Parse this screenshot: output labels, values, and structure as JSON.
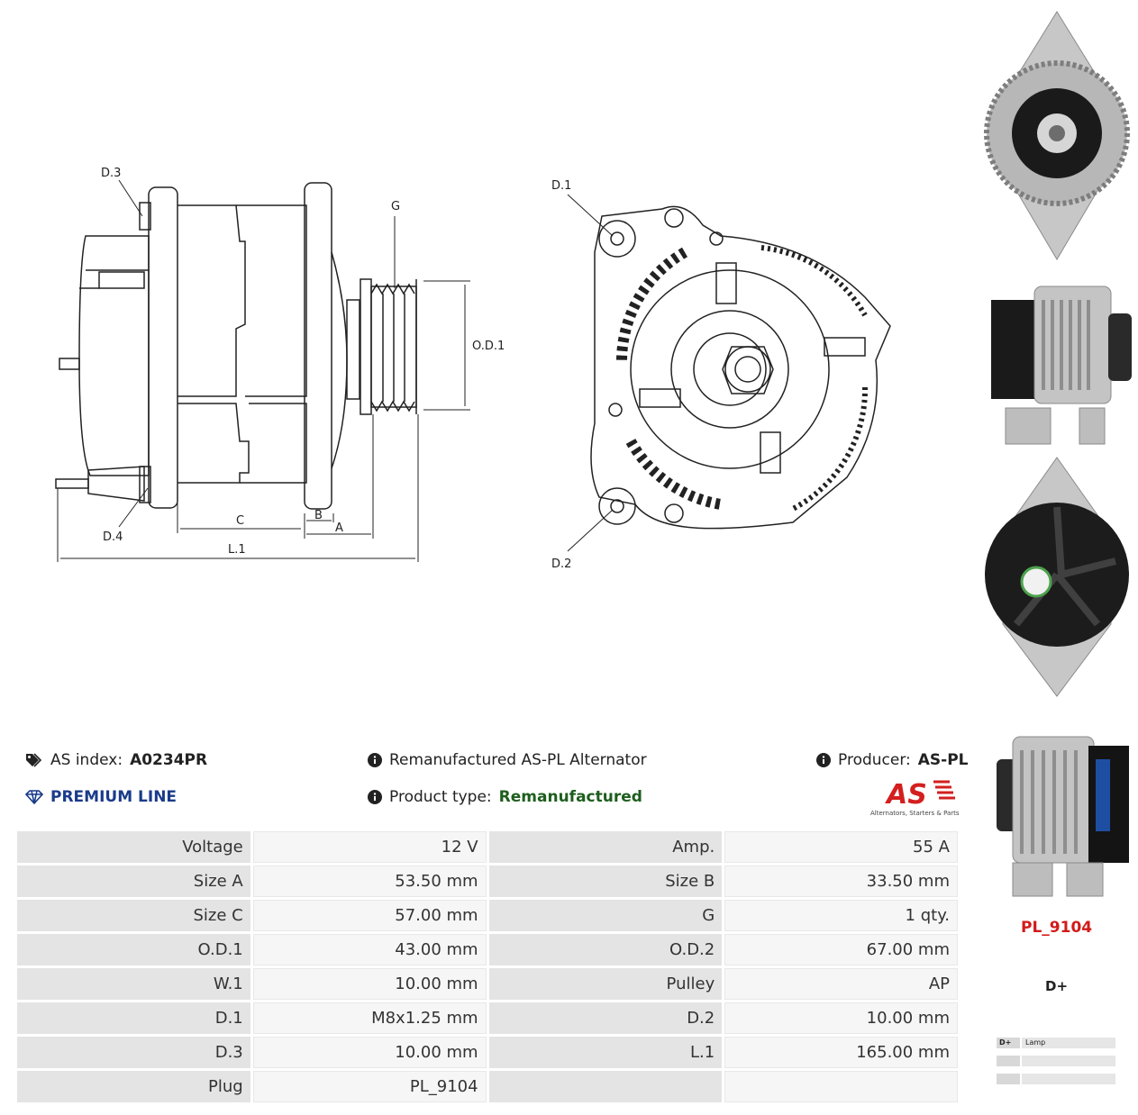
{
  "drawing": {
    "side_labels": {
      "d3": "D.3",
      "d4": "D.4",
      "g": "G",
      "od1": "O.D.1",
      "c": "C",
      "b": "B",
      "a": "A",
      "l1": "L.1"
    },
    "front_labels": {
      "d1": "D.1",
      "d2": "D.2"
    }
  },
  "header": {
    "as_index_label": "AS index:",
    "as_index_value": "A0234PR",
    "premium_line": "PREMIUM LINE",
    "description": "Remanufactured AS-PL Alternator",
    "product_type_label": "Product type:",
    "product_type_value": "Remanufactured",
    "producer_label": "Producer:",
    "producer_value": "AS-PL",
    "logo_text": "AS",
    "logo_tagline": "Alternators, Starters & Parts"
  },
  "specs": [
    {
      "k1": "Voltage",
      "v1": "12 V",
      "k2": "Amp.",
      "v2": "55 A"
    },
    {
      "k1": "Size A",
      "v1": "53.50 mm",
      "k2": "Size B",
      "v2": "33.50 mm"
    },
    {
      "k1": "Size C",
      "v1": "57.00 mm",
      "k2": "G",
      "v2": "1 qty."
    },
    {
      "k1": "O.D.1",
      "v1": "43.00 mm",
      "k2": "O.D.2",
      "v2": "67.00 mm"
    },
    {
      "k1": "W.1",
      "v1": "10.00 mm",
      "k2": "Pulley",
      "v2": "AP"
    },
    {
      "k1": "D.1",
      "v1": "M8x1.25 mm",
      "k2": "D.2",
      "v2": "10.00 mm"
    },
    {
      "k1": "D.3",
      "v1": "10.00 mm",
      "k2": "L.1",
      "v2": "165.00 mm"
    },
    {
      "k1": "Plug",
      "v1": "PL_9104",
      "k2": "",
      "v2": ""
    }
  ],
  "plug": {
    "code": "PL_9104",
    "terminal": "D+",
    "legend": [
      {
        "pin": "D+",
        "desc": "Lamp"
      },
      {
        "pin": "",
        "desc": ""
      },
      {
        "pin": "",
        "desc": ""
      }
    ]
  }
}
